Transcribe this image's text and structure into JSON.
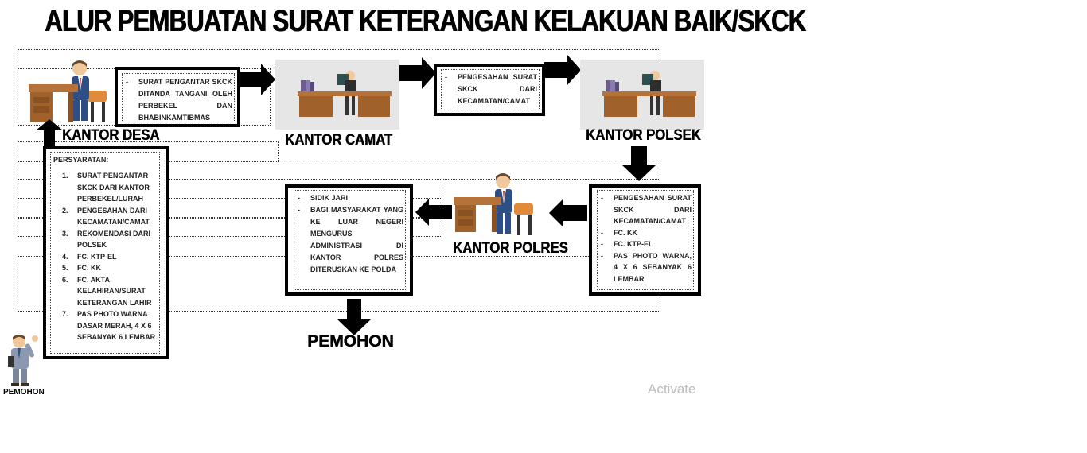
{
  "title": "ALUR PEMBUATAN SURAT KETERANGAN KELAKUAN BAIK/SKCK",
  "desa": {
    "label": "KANTOR DESA",
    "items": [
      "SURAT PENGANTAR SKCK DITANDA TANGANI OLEH PERBEKEL DAN BHABINKAMTIBMAS"
    ]
  },
  "camat": {
    "label": "KANTOR CAMAT",
    "items": [
      "PENGESAHAN SURAT SKCK DARI KECAMATAN/CAMAT"
    ]
  },
  "polsek": {
    "label": "KANTOR POLSEK",
    "items": [
      "PENGESAHAN SURAT SKCK DARI KECAMATAN/CAMAT",
      "FC. KK",
      "FC. KTP-EL",
      "PAS PHOTO WARNA, 4 X 6 SEBANYAK 6 LEMBAR"
    ]
  },
  "polres": {
    "label": "KANTOR POLRES",
    "items": [
      "SIDIK JARI",
      "BAGI MASYARAKAT YANG KE LUAR NEGERI MENGURUS ADMINISTRASI DI KANTOR POLRES DITERUSKAN KE POLDA"
    ]
  },
  "persyaratan": {
    "heading": "PERSYARATAN:",
    "items": [
      {
        "n": "1.",
        "text": "SURAT PENGANTAR SKCK DARI KANTOR PERBEKEL/LURAH"
      },
      {
        "n": "2.",
        "text": "PENGESAHAN DARI KECAMATAN/CAMAT"
      },
      {
        "n": "3.",
        "text": "REKOMENDASI DARI POLSEK"
      },
      {
        "n": "4.",
        "text": "FC. KTP-EL"
      },
      {
        "n": "5.",
        "text": "FC. KK"
      },
      {
        "n": "6.",
        "text": "FC. AKTA KELAHIRAN/SURAT KETERANGAN LAHIR"
      },
      {
        "n": "7.",
        "text": "PAS PHOTO WARNA DASAR MERAH, 4 X 6 SEBANYAK 6 LEMBAR"
      }
    ]
  },
  "pemohon_bottom": "PEMOHON",
  "pemohon_left": "PEMOHON",
  "watermark": "Activate",
  "colors": {
    "desk": "#a0622a",
    "suit": "#2d4f86",
    "tie": "#c0392b",
    "chair": "#e08a3c",
    "background_photo": "#e6e6e6"
  }
}
